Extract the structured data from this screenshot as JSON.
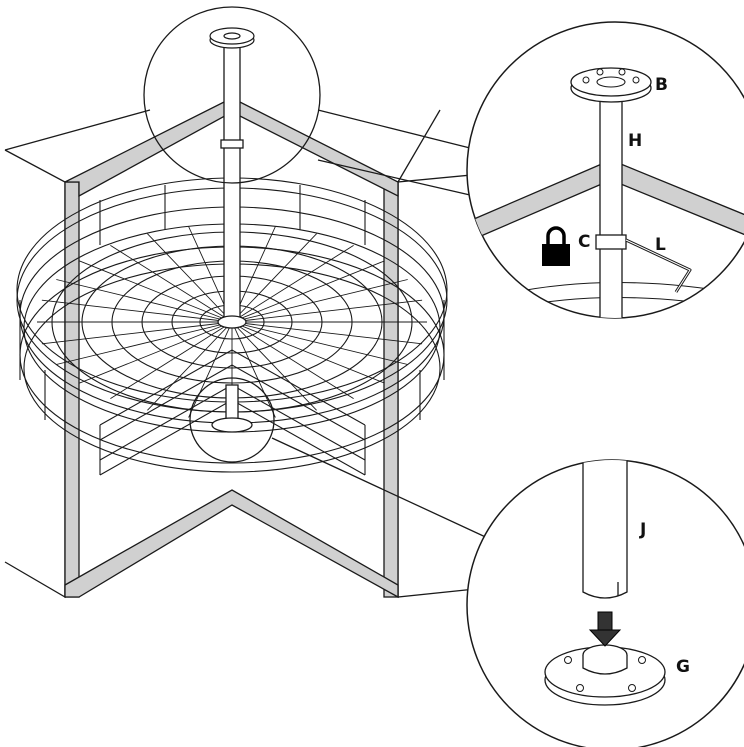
{
  "labels": {
    "B": "B",
    "H": "H",
    "C": "C",
    "L": "L",
    "J": "J",
    "G": "G"
  },
  "colors": {
    "line": "#1a1a1a",
    "frame_fill": "#cfcfcf",
    "background": "#ffffff"
  },
  "icons": [
    "lock-icon",
    "arrow-down-icon",
    "hex-key-icon"
  ]
}
